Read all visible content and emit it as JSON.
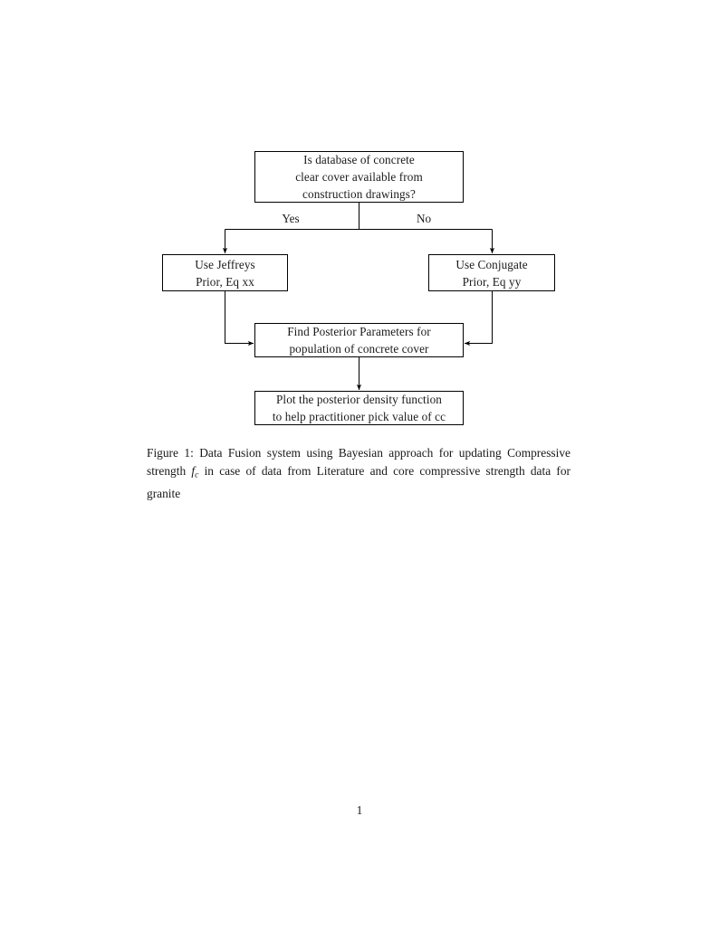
{
  "document": {
    "page_number": "1",
    "background_color": "#ffffff",
    "text_color": "#1a1a1a",
    "line_color": "#000000"
  },
  "figure": {
    "caption": {
      "label": "Figure 1:",
      "text_before_math": " Data Fusion system using Bayesian approach for updating Compressive strength ",
      "math_symbol": "f",
      "math_subscript": "c",
      "text_after_math": " in case of data from Literature and core compressive strength data for granite",
      "full_text": "Figure 1: Data Fusion system using Bayesian approach for updating Compressive strength f_c in case of data from Literature and core compressive strength data for granite"
    },
    "flowchart": {
      "type": "flowchart",
      "nodes": [
        {
          "id": "question",
          "shape": "rectangle",
          "lines": [
            "Is database of concrete",
            "clear cover available from",
            "construction drawings?"
          ]
        },
        {
          "id": "jeffreys",
          "shape": "rectangle",
          "lines": [
            "Use Jeffreys",
            "Prior, Eq xx"
          ]
        },
        {
          "id": "conjugate",
          "shape": "rectangle",
          "lines": [
            "Use Conjugate",
            "Prior, Eq yy"
          ]
        },
        {
          "id": "posterior",
          "shape": "rectangle",
          "lines": [
            "Find Posterior Parameters for",
            "population of concrete cover"
          ]
        },
        {
          "id": "plot",
          "shape": "rectangle",
          "lines": [
            "Plot the posterior density function",
            "to help practitioner pick value of cc"
          ]
        }
      ],
      "edges": [
        {
          "from": "question",
          "to": "jeffreys",
          "label": "Yes"
        },
        {
          "from": "question",
          "to": "conjugate",
          "label": "No"
        },
        {
          "from": "jeffreys",
          "to": "posterior",
          "label": ""
        },
        {
          "from": "conjugate",
          "to": "posterior",
          "label": ""
        },
        {
          "from": "posterior",
          "to": "plot",
          "label": ""
        }
      ]
    }
  }
}
